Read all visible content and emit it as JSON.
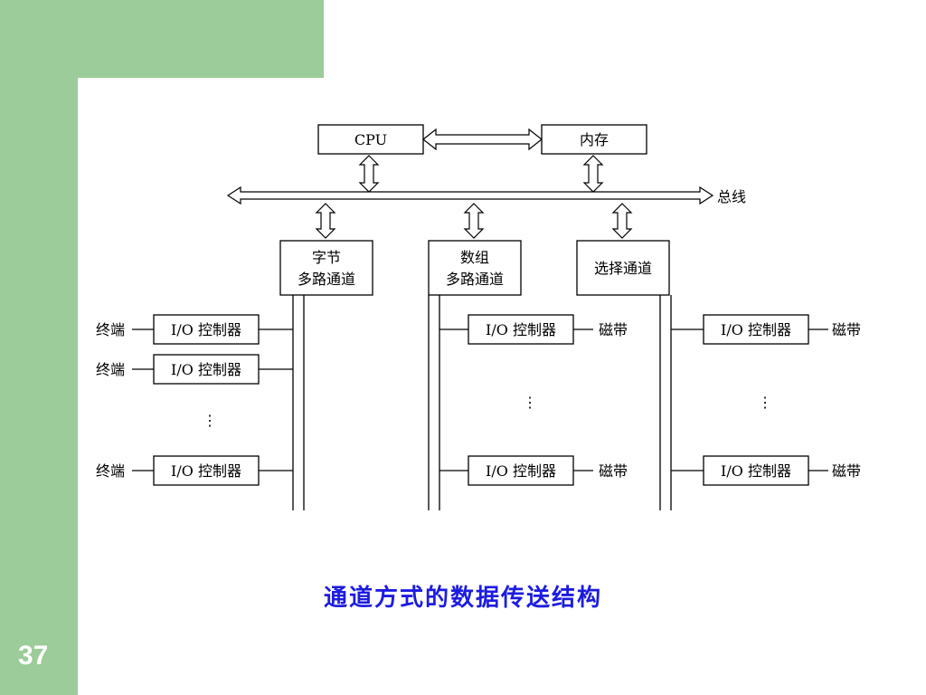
{
  "page_number": "37",
  "caption": "通道方式的数据传送结构",
  "diagram": {
    "cpu": "CPU",
    "memory": "内存",
    "bus": "总线",
    "channels": {
      "byte_multiplex": [
        "字节",
        "多路通道"
      ],
      "block_multiplex": [
        "数组",
        "多路通道"
      ],
      "selector": "选择通道"
    },
    "io_controller": "I/O 控制器",
    "terminal": "终端",
    "tape": "磁带",
    "ellipsis": "⋮"
  }
}
